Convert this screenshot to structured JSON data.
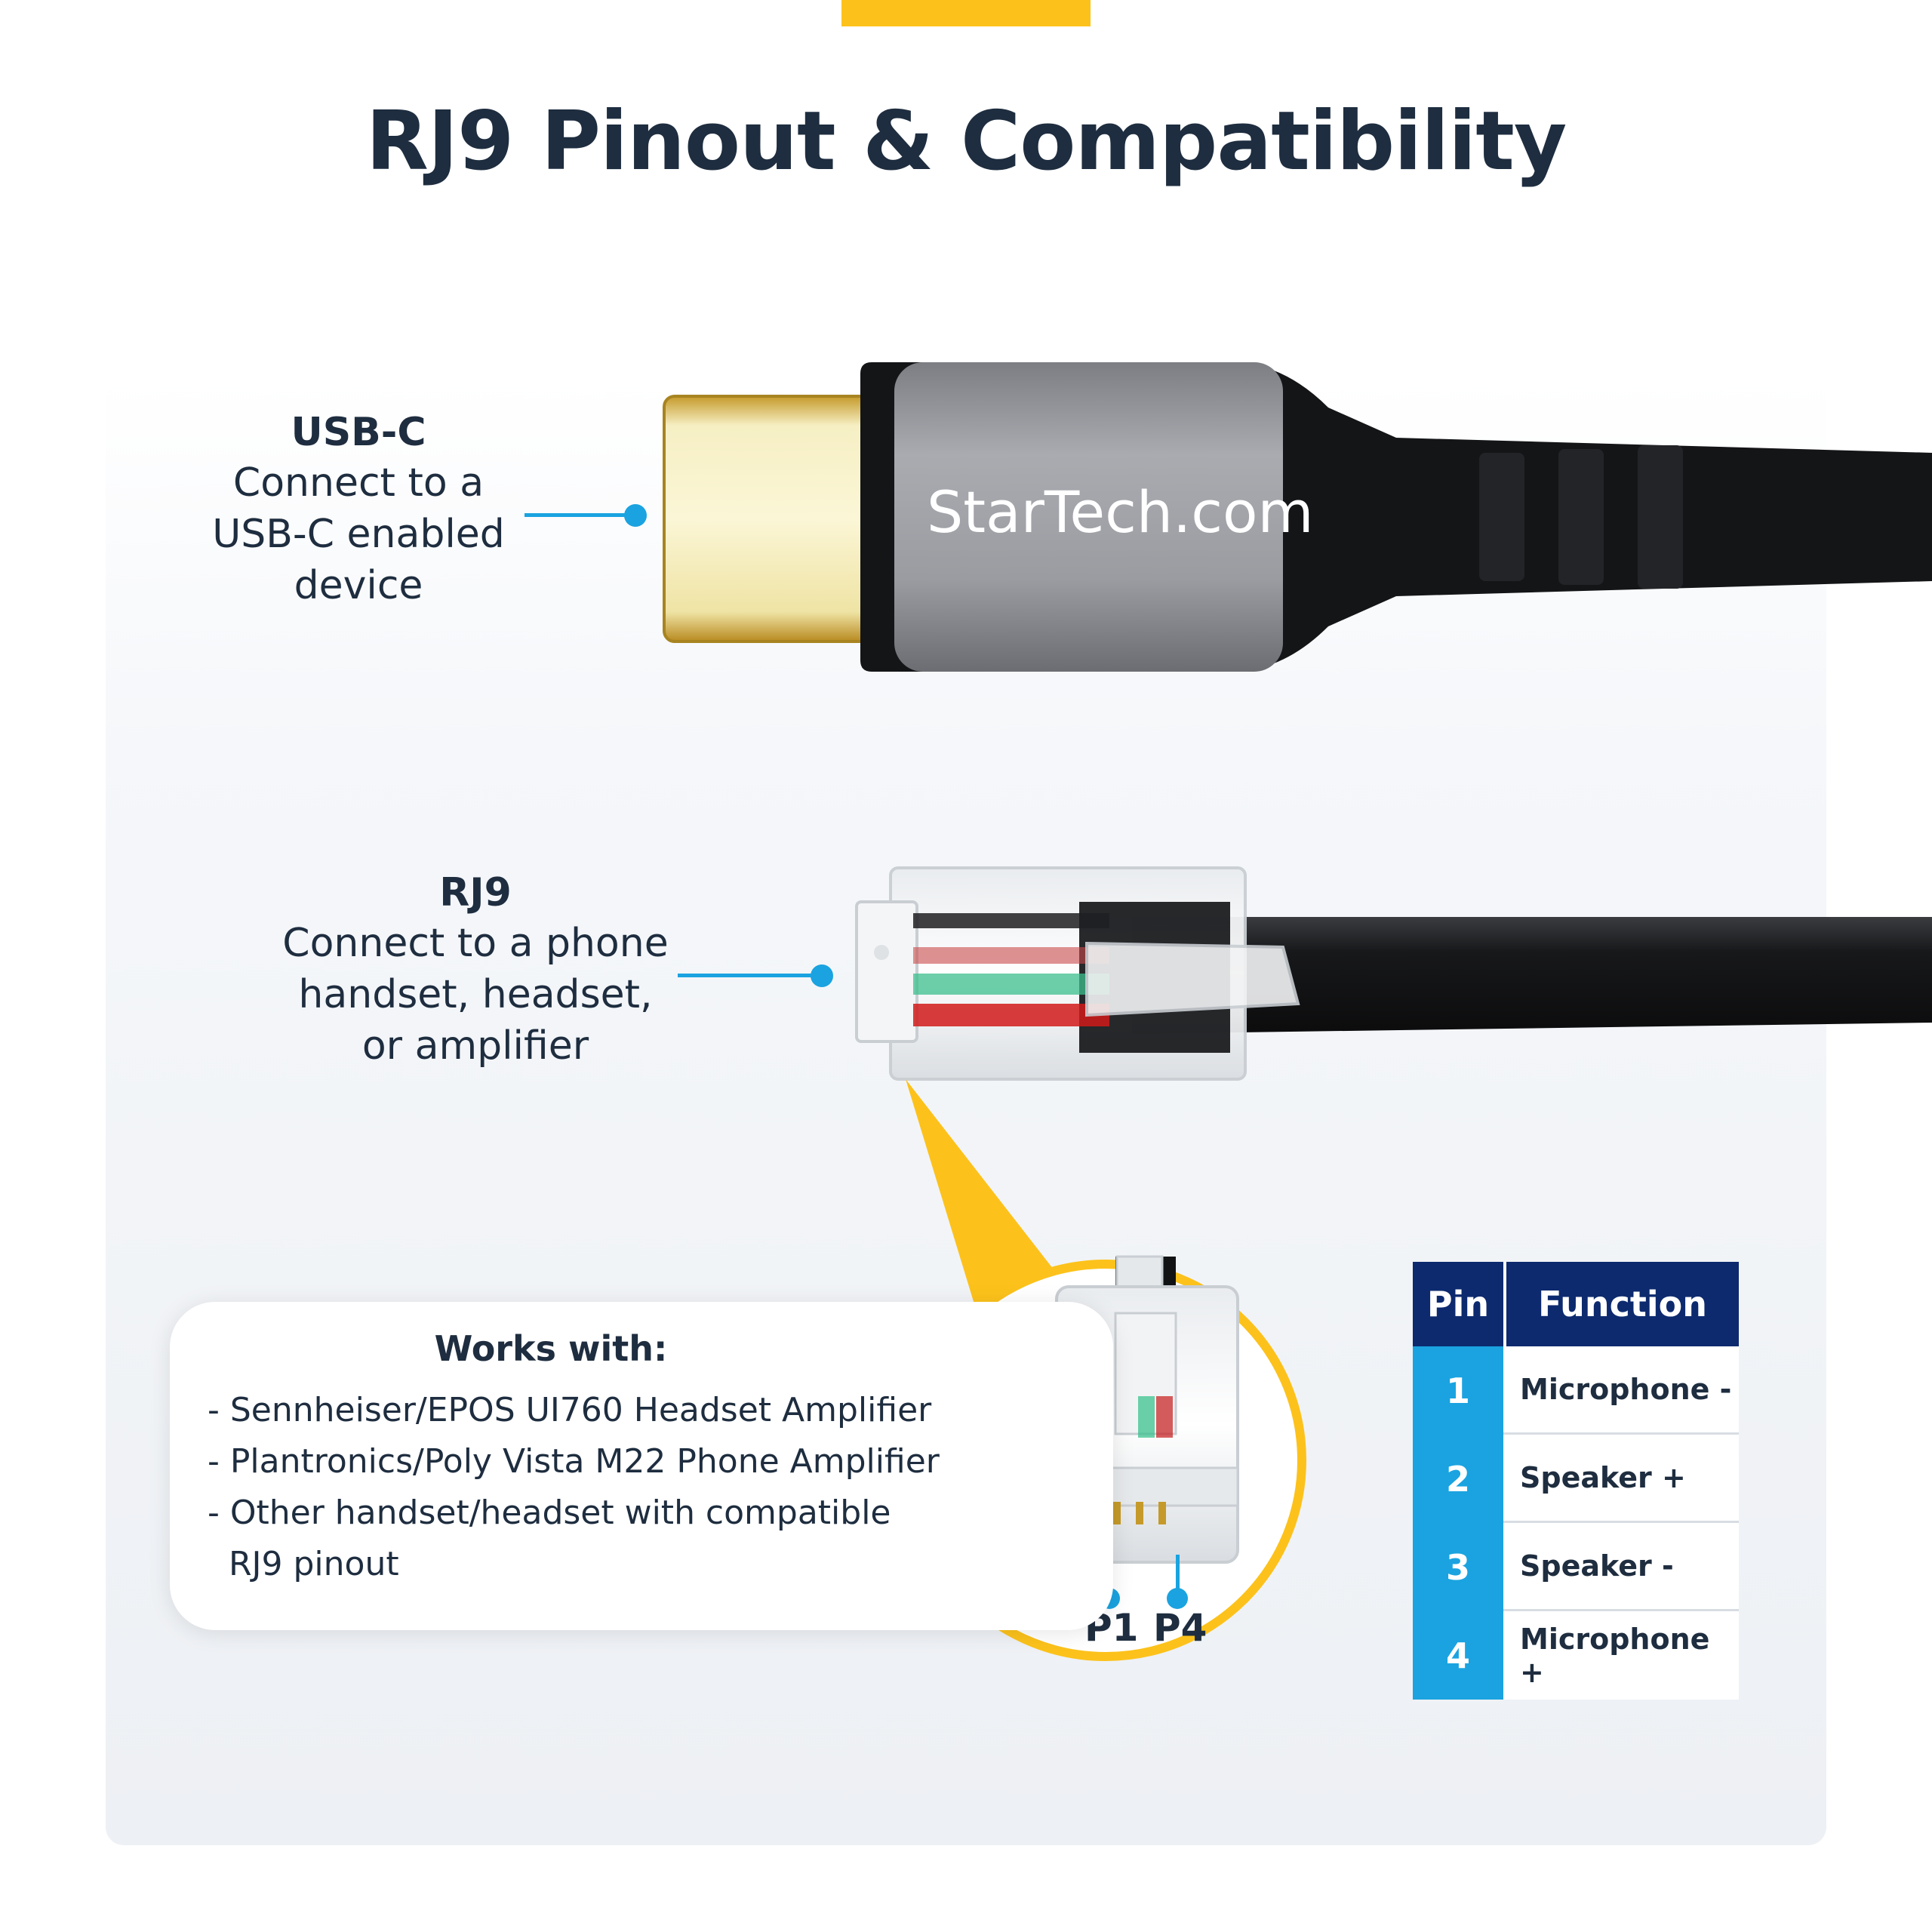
{
  "title": "RJ9 Pinout & Compatibility",
  "usb_c": {
    "title": "USB-C",
    "description_lines": [
      "Connect to a",
      "USB-C enabled",
      "device"
    ]
  },
  "rj9": {
    "title": "RJ9",
    "description_lines": [
      "Connect to a phone",
      "handset, headset,",
      "or amplifier"
    ]
  },
  "brand": "StarTech.com",
  "works_with": {
    "title": "Works with:",
    "items": [
      "- Sennheiser/EPOS UI760 Headset Amplifier",
      "- Plantronics/Poly Vista M22 Phone Amplifier",
      "- Other handset/headset with compatible",
      "  RJ9 pinout"
    ]
  },
  "pin_table": {
    "headers": [
      "Pin",
      "Function"
    ],
    "rows": [
      {
        "pin": "1",
        "function": "Microphone -"
      },
      {
        "pin": "2",
        "function": "Speaker +"
      },
      {
        "pin": "3",
        "function": "Speaker -"
      },
      {
        "pin": "4",
        "function": "Microphone +"
      }
    ]
  },
  "pin_labels": {
    "first": "P1",
    "last": "P4"
  },
  "colors": {
    "accent_yellow": "#fcc21b",
    "accent_blue": "#1aa3e0",
    "navy": "#0d2a6e",
    "text_dark": "#1e2d3f"
  }
}
